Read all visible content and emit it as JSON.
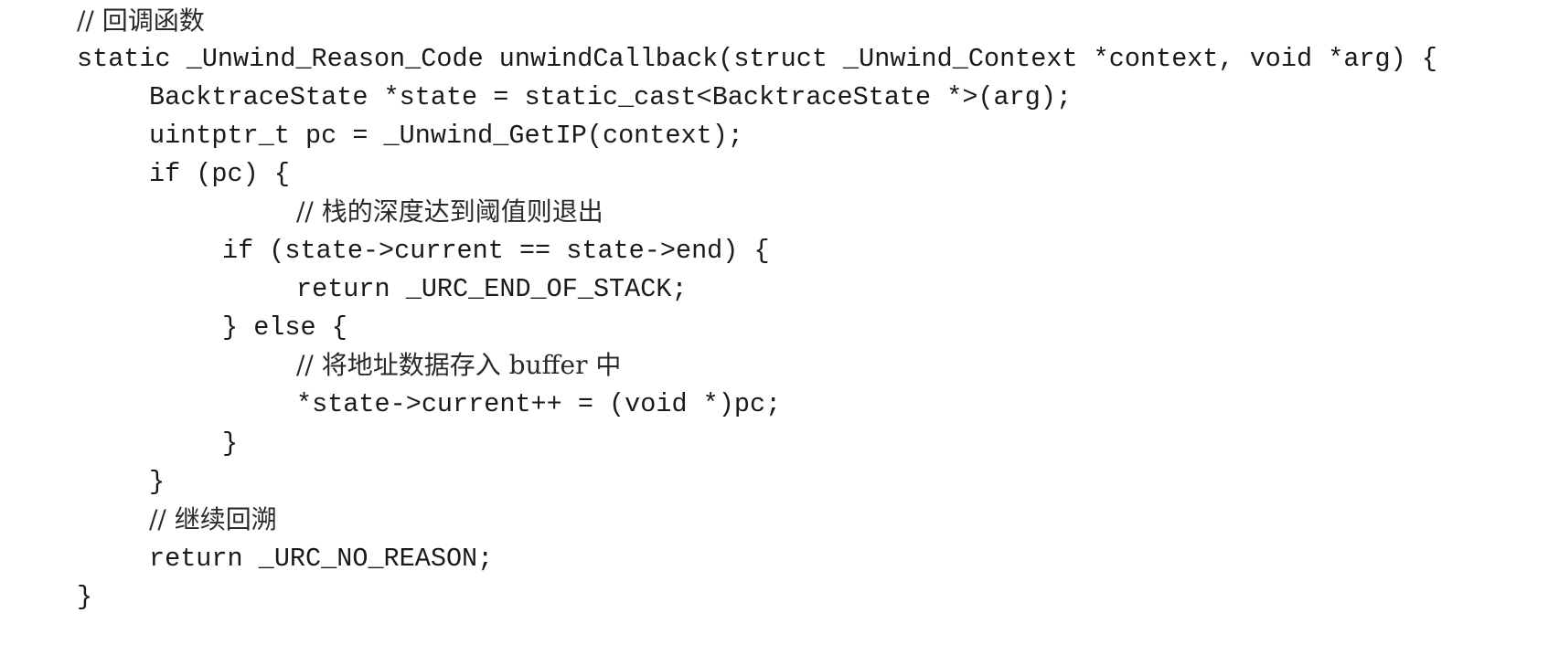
{
  "code": {
    "lines": [
      {
        "text": "// 回调函数",
        "kind": "comment",
        "indent": 0
      },
      {
        "text": "static _Unwind_Reason_Code unwindCallback(struct _Unwind_Context *context, void *arg) {",
        "kind": "code",
        "indent": 0
      },
      {
        "text": "BacktraceState *state = static_cast<BacktraceState *>(arg);",
        "kind": "code",
        "indent": 1
      },
      {
        "text": "uintptr_t pc = _Unwind_GetIP(context);",
        "kind": "code",
        "indent": 1
      },
      {
        "text": "if (pc) {",
        "kind": "code",
        "indent": 1
      },
      {
        "text": "// 栈的深度达到阈值则退出",
        "kind": "comment",
        "indent": 3
      },
      {
        "text": "if (state->current == state->end) {",
        "kind": "code",
        "indent": 2
      },
      {
        "text": "return _URC_END_OF_STACK;",
        "kind": "code",
        "indent": 3
      },
      {
        "text": "} else {",
        "kind": "code",
        "indent": 2
      },
      {
        "text": "// 将地址数据存入 buffer 中",
        "kind": "comment",
        "indent": 3
      },
      {
        "text": "*state->current++ = (void *)pc;",
        "kind": "code",
        "indent": 3
      },
      {
        "text": "}",
        "kind": "code",
        "indent": 2
      },
      {
        "text": "}",
        "kind": "code",
        "indent": 1
      },
      {
        "text": "// 继续回溯",
        "kind": "comment",
        "indent": 1
      },
      {
        "text": "return _URC_NO_REASON;",
        "kind": "code",
        "indent": 1
      },
      {
        "text": "}",
        "kind": "code",
        "indent": 0
      }
    ]
  }
}
